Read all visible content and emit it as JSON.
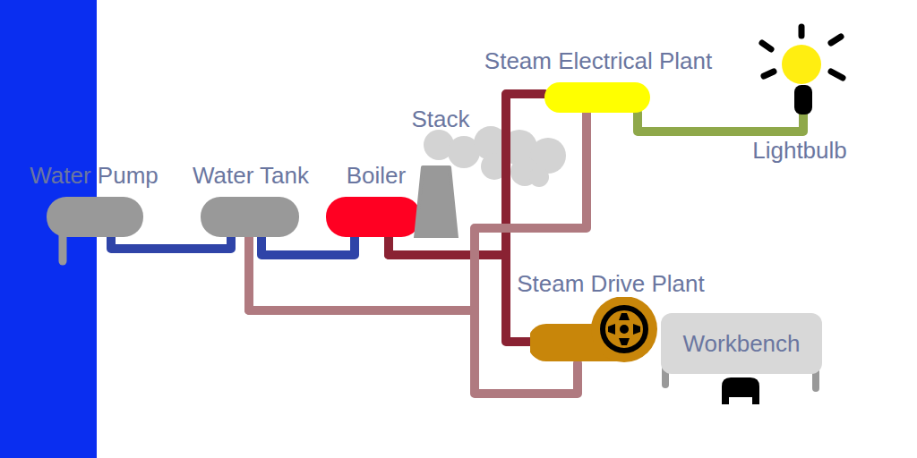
{
  "diagram": {
    "nodes": [
      {
        "text": [
          "Water Pump"
        ]
      },
      {
        "text": [
          "Water Tank"
        ]
      },
      {
        "text": [
          "Boiler"
        ]
      },
      {
        "text": [
          "Stack"
        ]
      },
      {
        "text": [
          "Steam Electrical Plant"
        ]
      },
      {
        "text": [
          "Lightbulb"
        ]
      },
      {
        "text": [
          "Steam Drive Plant"
        ]
      },
      {
        "text": [
          "Workbench"
        ]
      }
    ],
    "edges": [
      {
        "from": 0,
        "to": 1,
        "arrow": "none"
      },
      {
        "from": 1,
        "to": 2,
        "arrow": "none"
      },
      {
        "from": 2,
        "to": 4,
        "arrow": "none"
      },
      {
        "from": 2,
        "to": 6,
        "arrow": "none"
      },
      {
        "from": 4,
        "to": 1,
        "arrow": "none"
      },
      {
        "from": 6,
        "to": 1,
        "arrow": "none"
      },
      {
        "from": 4,
        "to": 5,
        "arrow": "none"
      }
    ]
  }
}
